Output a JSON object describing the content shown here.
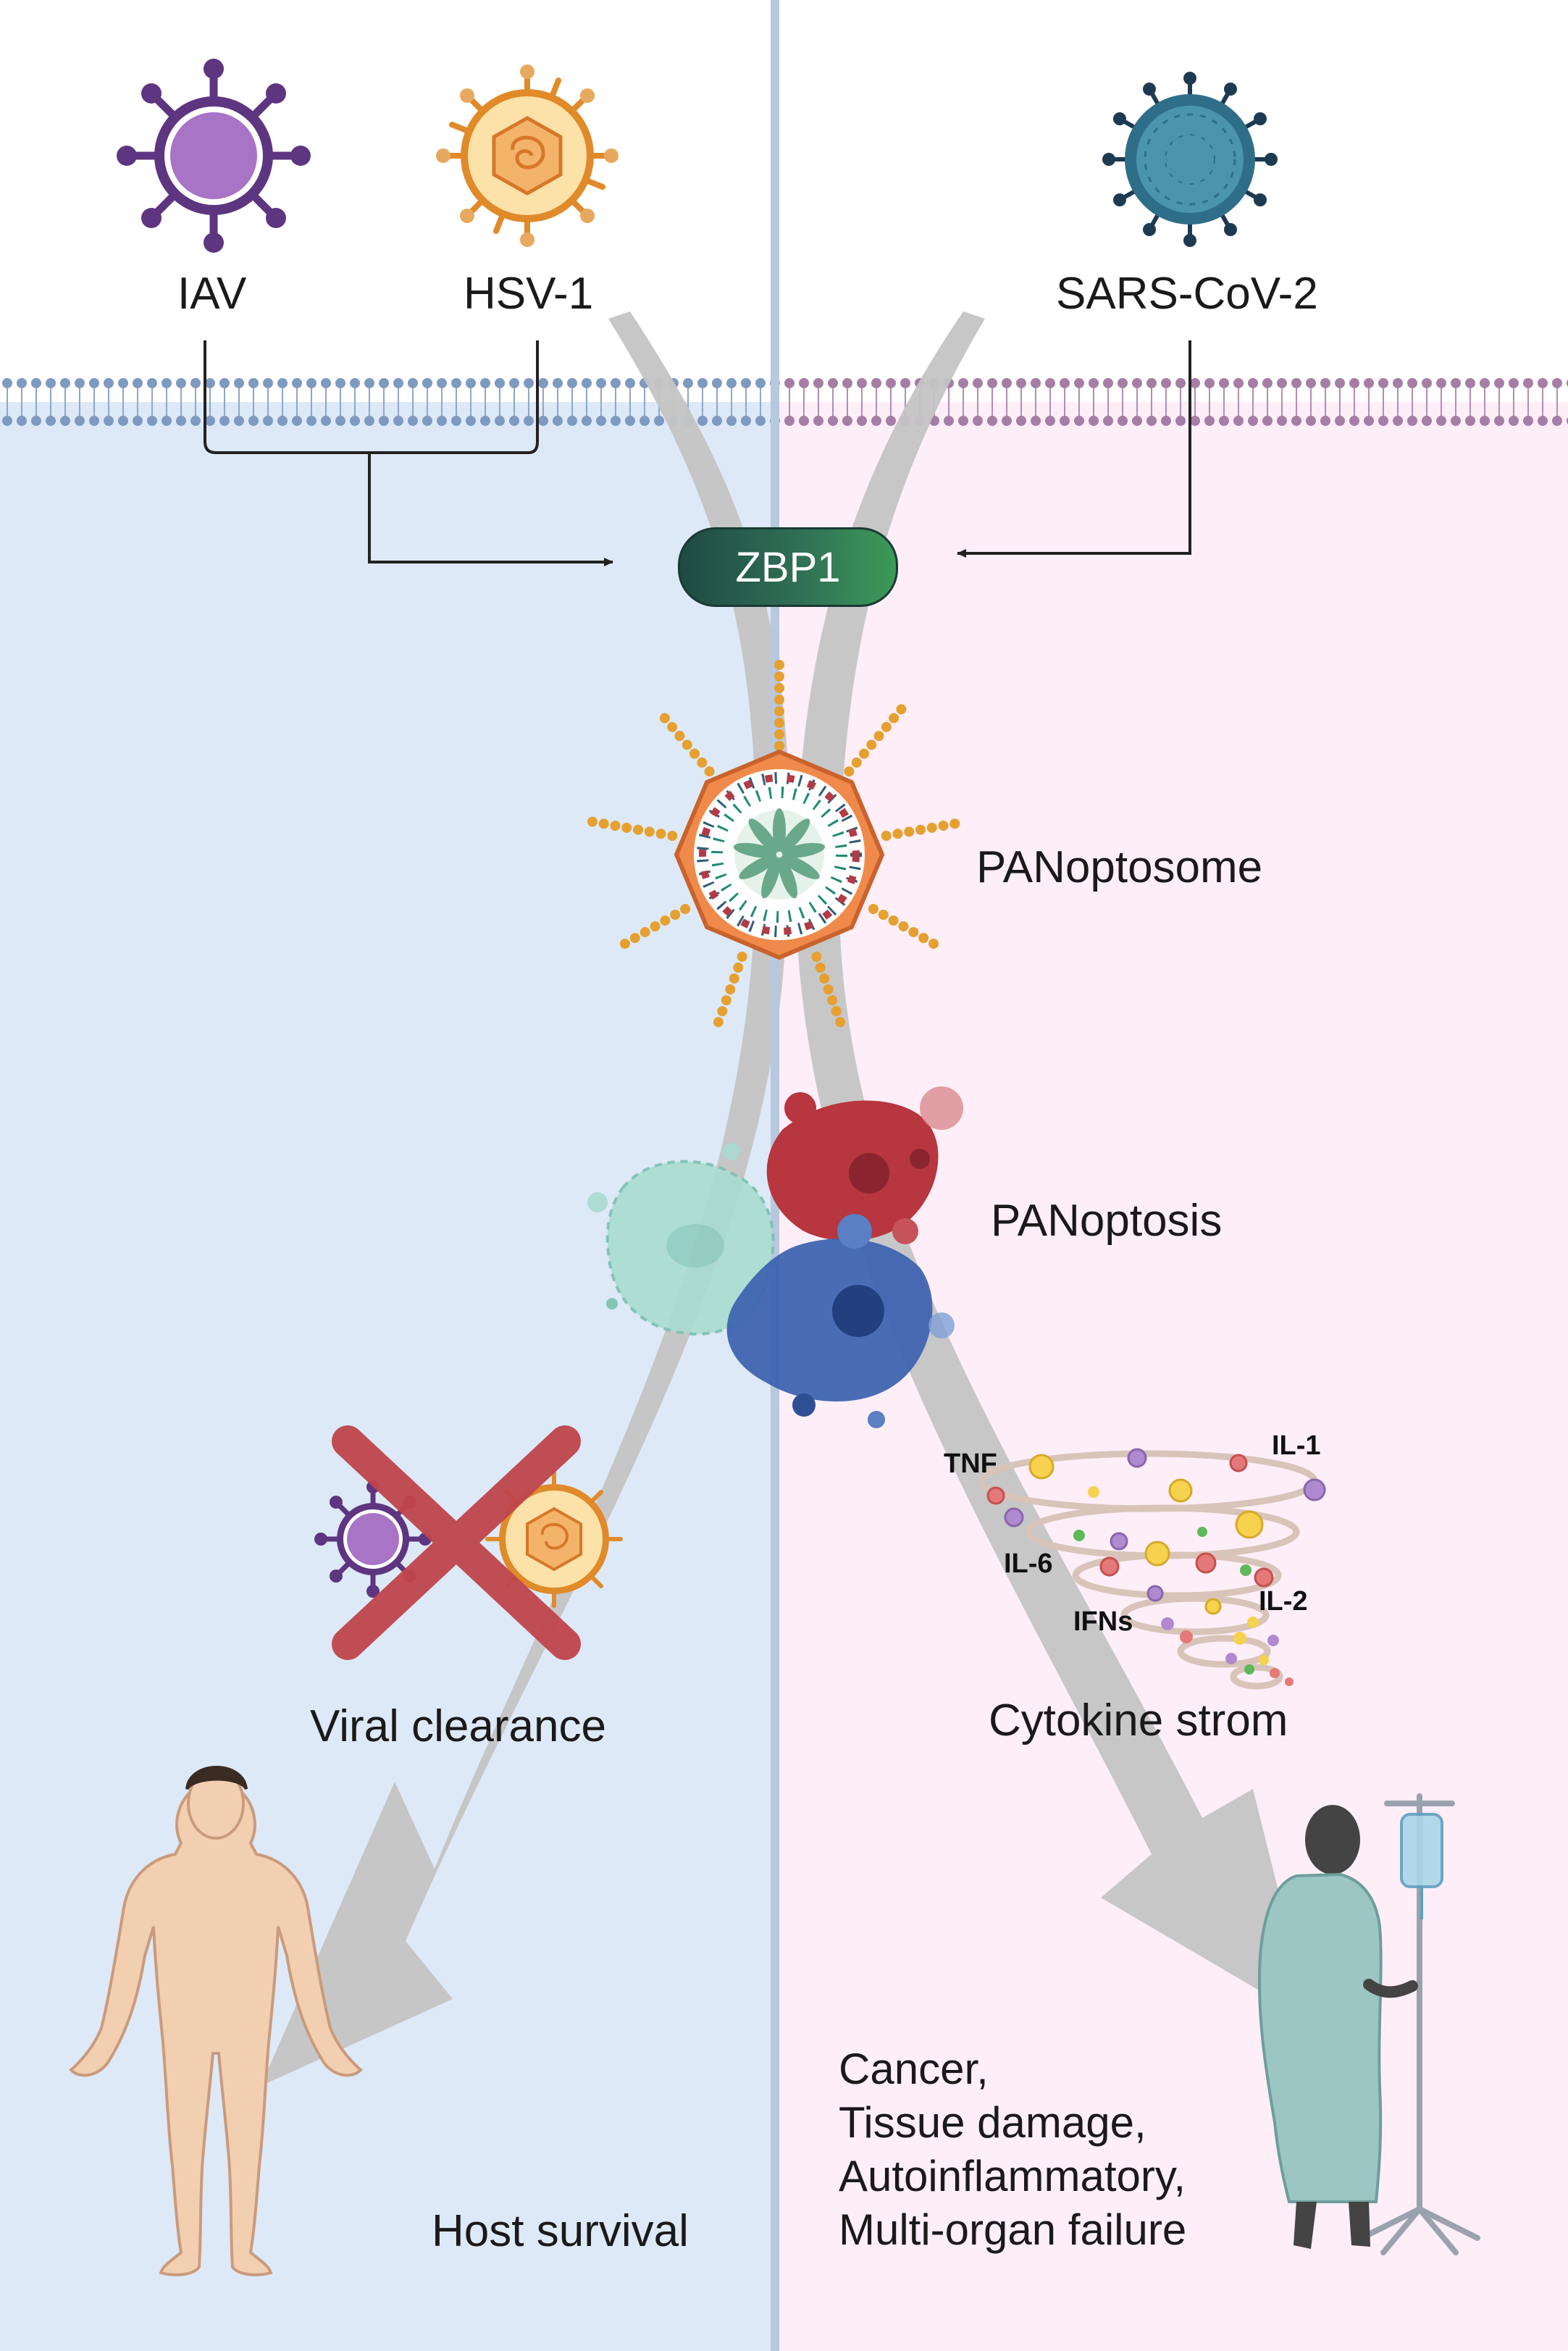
{
  "viruses": {
    "iav": "IAV",
    "hsv1": "HSV-1",
    "sars": "SARS-CoV-2"
  },
  "sensor": "ZBP1",
  "complex": "PANoptosome",
  "cell_death": "PANoptosis",
  "left_outcome": {
    "effect": "Viral clearance",
    "result": "Host survival"
  },
  "right_outcome": {
    "effect": "Cytokine strom",
    "results": [
      "Cancer,",
      "Tissue damage,",
      "Autoinflammatory,",
      "Multi-organ failure"
    ]
  },
  "cytokines": {
    "tnf": "TNF",
    "il1": "IL-1",
    "il6": "IL-6",
    "il2": "IL-2",
    "ifns": "IFNs"
  },
  "colors": {
    "left_panel": "#dde9f7",
    "right_panel": "#fdeef8",
    "divider": "#b7c8df",
    "arrow": "#c4c4c4",
    "iav": "#6a3b8e",
    "hsv1": "#e98e2e",
    "sars": "#2f6e88",
    "cross": "#c0454c"
  }
}
